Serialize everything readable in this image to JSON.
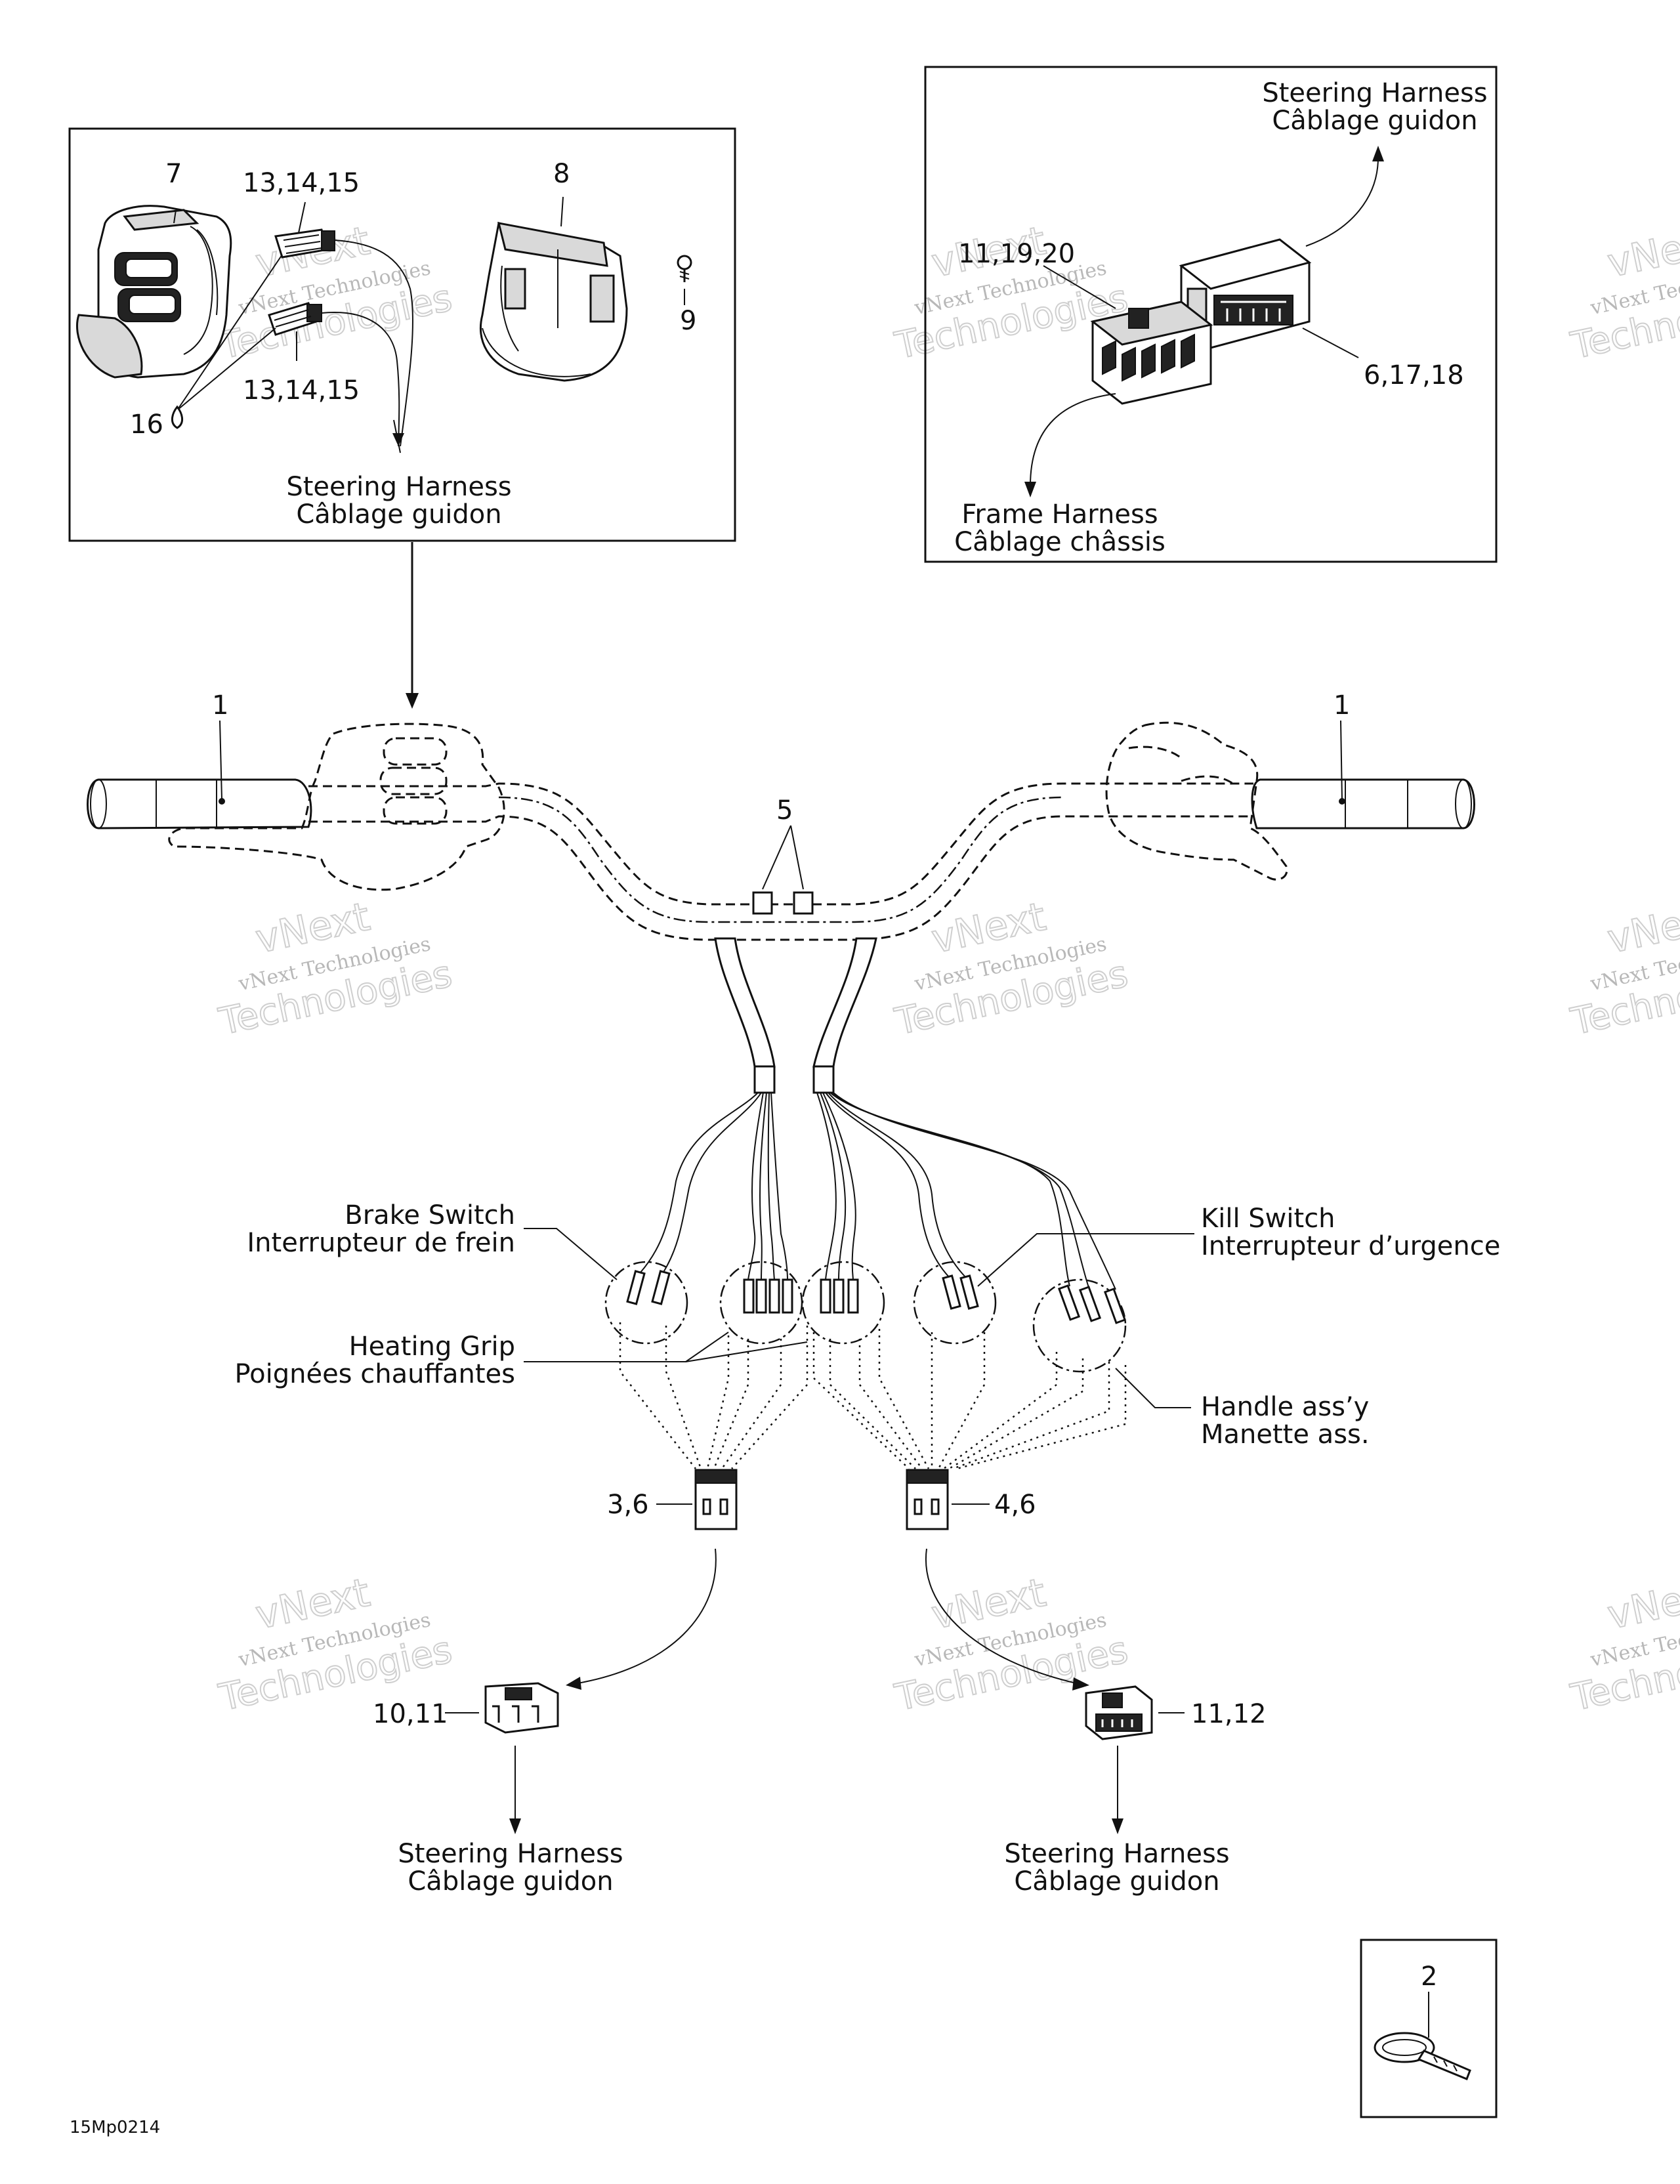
{
  "labels": {
    "steering_harness_en": "Steering Harness",
    "steering_harness_fr": "Câblage guidon",
    "frame_harness_en": "Frame Harness",
    "frame_harness_fr": "Câblage châssis",
    "brake_switch_en": "Brake Switch",
    "brake_switch_fr": "Interrupteur de frein",
    "kill_switch_en": "Kill Switch",
    "kill_switch_fr": "Interrupteur d’urgence",
    "heating_grip_en": "Heating Grip",
    "heating_grip_fr": "Poignées chauffantes",
    "handle_assy_en": "Handle ass’y",
    "handle_assy_fr": "Manette ass."
  },
  "part_numbers": {
    "p7": "7",
    "p8": "8",
    "p9": "9",
    "p13_14_15": "13,14,15",
    "p16": "16",
    "p11_19_20": "11,19,20",
    "p6_17_18": "6,17,18",
    "p1": "1",
    "p5": "5",
    "p3_6": "3,6",
    "p4_6": "4,6",
    "p10_11": "10,11",
    "p11_12": "11,12",
    "p2": "2"
  },
  "footer": {
    "figure_code": "15Mp0214"
  },
  "watermark": {
    "line1": "vNext Technologies",
    "line2": "vNext",
    "line3": "Technologies"
  }
}
